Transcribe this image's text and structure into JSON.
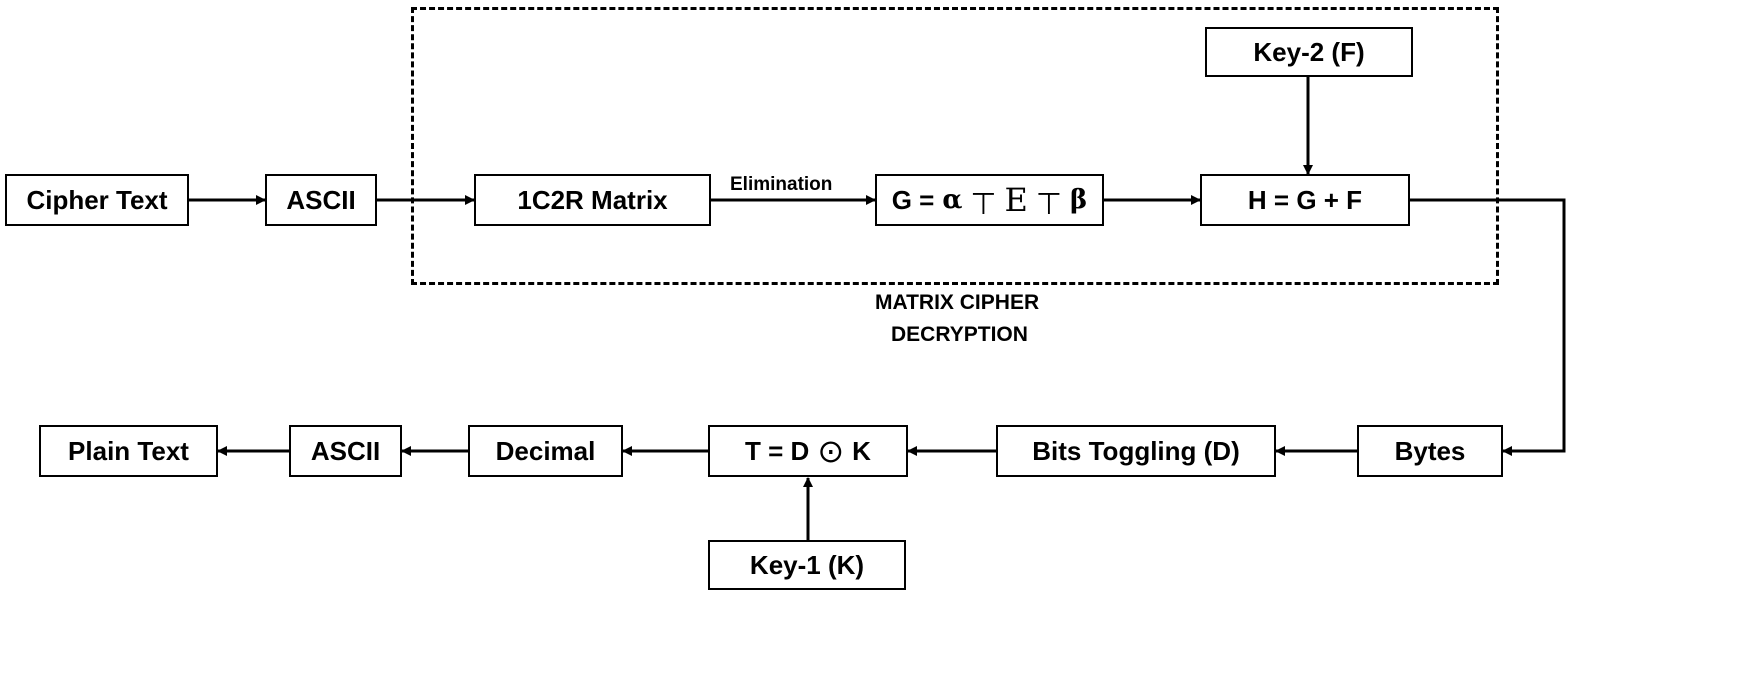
{
  "diagram": {
    "group_label_line1": "MATRIX CIPHER",
    "group_label_line2": "DECRYPTION",
    "edge_label_elimination": "Elimination",
    "nodes": {
      "cipher_text": "Cipher Text",
      "ascii_top": "ASCII",
      "matrix_1c2r": "1C2R Matrix",
      "key2": "Key-2 (F)",
      "g_eq_lhs": "G =",
      "g_alpha": "α",
      "g_tee1": "⊤",
      "g_E": "E",
      "g_tee2": "⊤",
      "g_beta": "β",
      "h_eq": "H = G + F",
      "bytes": "Bytes",
      "bits_toggling": "Bits Toggling (D)",
      "t_lhs": "T = D",
      "t_odot": "⊙",
      "t_rhs": "K",
      "key1": "Key-1 (K)",
      "decimal": "Decimal",
      "ascii_bottom": "ASCII",
      "plain_text": "Plain Text"
    }
  }
}
